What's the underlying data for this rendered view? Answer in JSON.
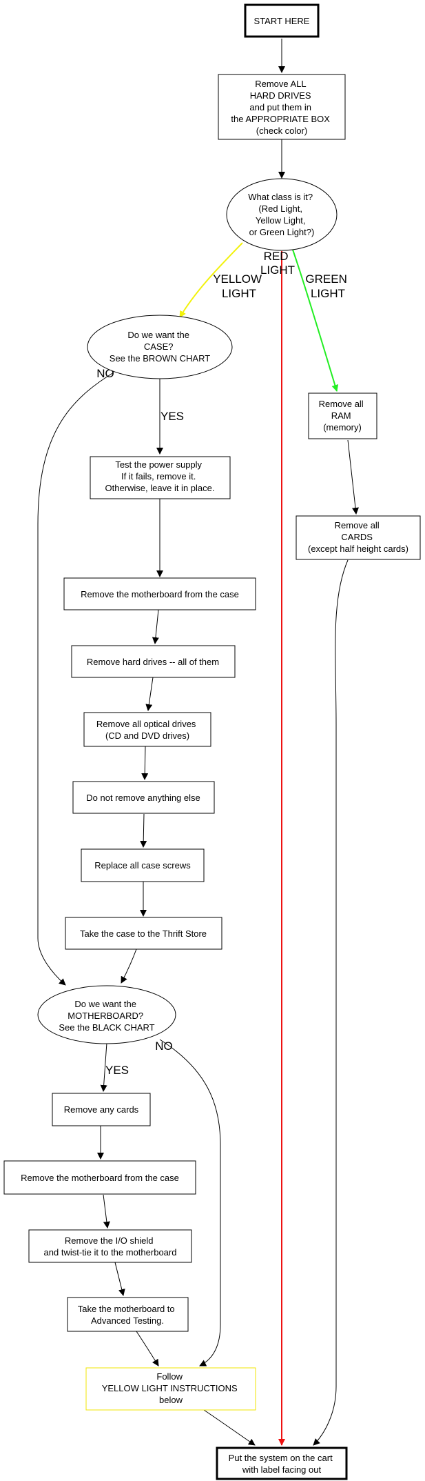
{
  "nodes": {
    "start": [
      "START HERE"
    ],
    "remove_hard_drives_top": [
      "Remove ALL",
      "HARD DRIVES",
      "and put them in",
      "the APPROPRIATE BOX",
      "(check color)"
    ],
    "what_class": [
      "What class is it?",
      "(Red Light,",
      "Yellow Light,",
      "or Green Light?)"
    ],
    "want_case": [
      "Do we want the",
      "CASE?",
      "See the BROWN CHART"
    ],
    "remove_ram": [
      "Remove all",
      "RAM",
      "(memory)"
    ],
    "remove_cards_green": [
      "Remove all",
      "CARDS",
      "(except half height cards)"
    ],
    "test_power": [
      "Test the power supply",
      "If it fails, remove it.",
      "Otherwise, leave it in place."
    ],
    "remove_mb_case_1": [
      "Remove the motherboard from the case"
    ],
    "remove_hd_all": [
      "Remove hard drives -- all of them"
    ],
    "remove_optical": [
      "Remove all optical drives",
      "(CD and DVD drives)"
    ],
    "do_not_remove": [
      "Do not remove anything else"
    ],
    "replace_screws": [
      "Replace all case screws"
    ],
    "thrift_store": [
      "Take the case to the Thrift Store"
    ],
    "want_motherboard": [
      "Do we want the",
      "MOTHERBOARD?",
      "See the BLACK CHART"
    ],
    "remove_any_cards": [
      "Remove any cards"
    ],
    "remove_mb_case_2": [
      "Remove the motherboard from the case"
    ],
    "remove_io_shield": [
      "Remove the I/O shield",
      "and twist-tie it to the motherboard"
    ],
    "advanced_testing": [
      "Take the motherboard to",
      "Advanced Testing."
    ],
    "follow_yellow": [
      "Follow",
      "YELLOW LIGHT INSTRUCTIONS",
      "below"
    ],
    "put_on_cart": [
      "Put the system on the cart",
      "with label facing out"
    ]
  },
  "edge_labels": {
    "yellow_light": [
      "YELLOW",
      "LIGHT"
    ],
    "red_light": [
      "RED",
      "LIGHT"
    ],
    "green_light": [
      "GREEN",
      "LIGHT"
    ],
    "case_no": [
      "NO"
    ],
    "case_yes": [
      "YES"
    ],
    "mb_yes": [
      "YES"
    ],
    "mb_no": [
      "NO"
    ]
  },
  "colors": {
    "yellow_edge": "#f2f20a",
    "red_edge": "#ee1111",
    "green_edge": "#22ee22",
    "default_edge": "#000000"
  }
}
